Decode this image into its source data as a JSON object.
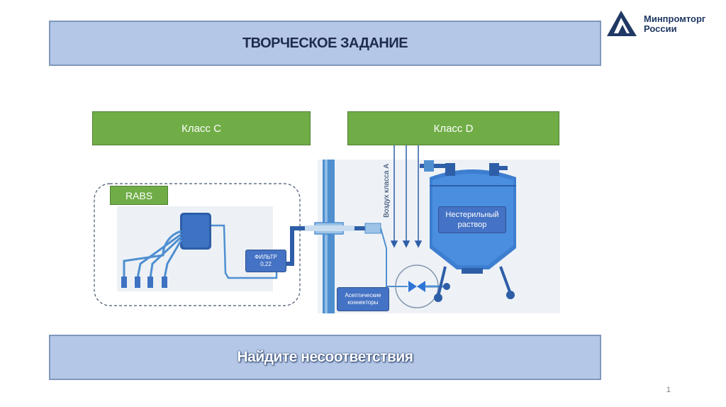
{
  "logo": {
    "line1": "Минпромторг",
    "line2": "России"
  },
  "title": "ТВОРЧЕСКОЕ ЗАДАНИЕ",
  "class_c": "Класс С",
  "class_d": "Класс D",
  "rabs": "RABS",
  "air_label": "Воздух класса А",
  "filter_line1": "ФИЛЬТР",
  "filter_line2": "0,22",
  "aseptic_line1": "Асептические",
  "aseptic_line2": "коннекторы",
  "tank_line1": "Нестерильный",
  "tank_line2": "раствор",
  "footer": "Найдите несоответствия",
  "page_number": "1",
  "colors": {
    "banner": "#b4c7e7",
    "green": "#70ad47",
    "blue": "#4472c4",
    "navy": "#1f3864"
  }
}
